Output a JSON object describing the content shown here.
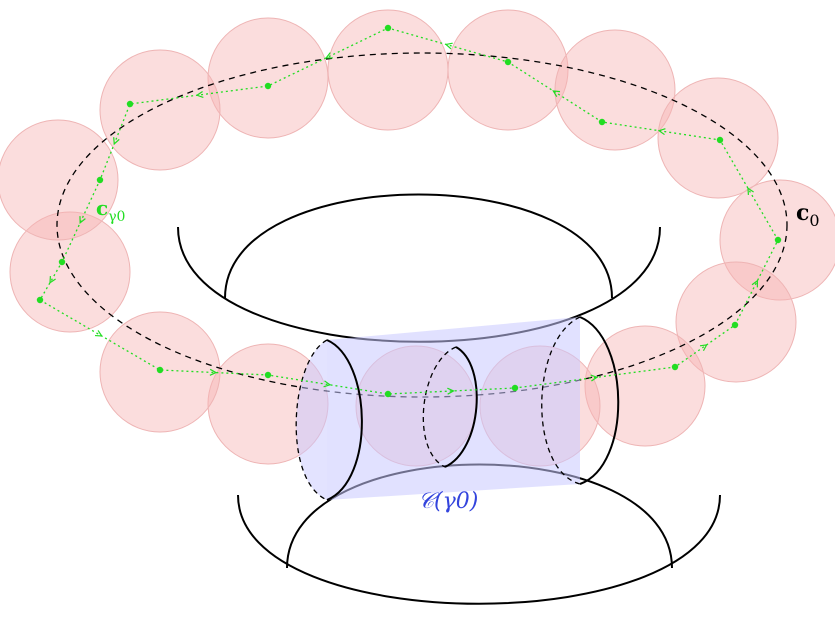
{
  "labels": {
    "c0_main": "c",
    "c0_sub": "0",
    "cgamma_main": "c",
    "cgamma_sub": "γ0",
    "cylinder_label": "𝒞(γ0)"
  },
  "colors": {
    "ball_fill": "#f7b3b3",
    "ball_stroke": "#eeb4b4",
    "path": "#22dd22",
    "ellipse": "#000000",
    "cylinder_fill": "#c8c8ff",
    "cylinder_stroke": "#000000",
    "cylinder_label": "#3344dd"
  }
}
